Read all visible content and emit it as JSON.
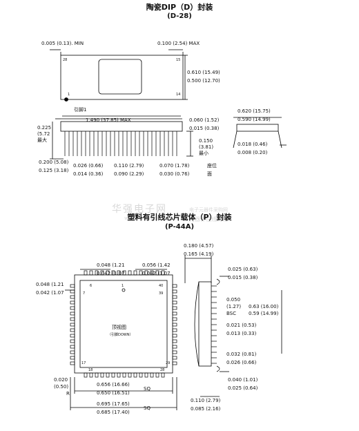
{
  "dip": {
    "title": "陶瓷DIP（D）封装",
    "subtitle": "(D-28)",
    "dim_pin_space": "0.005 (0.13). MIN",
    "dim_pin_pitch_top": "0.100 (2.54) MAX",
    "pin28": "28",
    "pin15": "15",
    "pin1": "1",
    "pin14": "14",
    "pin1_label": "引脚1",
    "dim_width_a": "0.610 (15.49)",
    "dim_width_b": "0.500 (12.70)",
    "dim_length": "1.490 (37.85) MAX",
    "dim_lead_a": "0.060 (1.52)",
    "dim_lead_b": "0.015 (0.38)",
    "dim_height_a": "0.225",
    "dim_height_b": "(5.72",
    "dim_height_c": "最大",
    "dim_standoff_a": "0.150",
    "dim_standoff_b": "(3.81)",
    "dim_standoff_c": "最小",
    "dim_seat_a": "0.200 (5.08)",
    "dim_seat_b": "0.125 (3.18)",
    "dim_w1_a": "0.026 (0.66)",
    "dim_w1_b": "0.014 (0.36)",
    "dim_w2_a": "0.110 (2.79)",
    "dim_w2_b": "0.090 (2.29)",
    "dim_w3_a": "0.070 (1.78)",
    "dim_w3_b": "0.030 (0.76)",
    "seat_plane": "座位",
    "seat_plane2": "面",
    "dim_end_a": "0.620 (15.75)",
    "dim_end_b": "0.590 (14.99)",
    "dim_lead_t_a": "0.018 (0.46)",
    "dim_lead_t_b": "0.008 (0.20)"
  },
  "plcc": {
    "title": "塑料有引线芯片载体（P）封装",
    "subtitle": "(P-44A)",
    "dim_h_a": "0.180 (4.57)",
    "dim_h_b": "0.165 (4.19)",
    "dim_a1_a": "0.048 (1.21",
    "dim_a1_b": "0.042 (1.07",
    "dim_a2_a": "0.056 (1.42",
    "dim_a2_b": "0.042 (1.07",
    "dim_left_a": "0.048 (1.21",
    "dim_left_b": "0.042 (1.07",
    "pin6": "6",
    "pin7": "7",
    "pin1": "1",
    "pin40": "40",
    "pin39": "39",
    "pin17": "17",
    "pin18": "18",
    "pin28": "28",
    "pin29": "29",
    "view_label": "顶视图",
    "view_label2": "（引脚DOWN）",
    "dim_r_a": "0.020",
    "dim_r_b": "(0.50)",
    "dim_r_c": "R",
    "dim_sq1_a": "0.656 (16.66)",
    "dim_sq1_b": "0.650 (16.51)",
    "sq": "SQ",
    "dim_sq2_a": "0.695 (17.65)",
    "dim_sq2_b": "0.685 (17.40)",
    "dim_c1_a": "0.025 (0.63)",
    "dim_c1_b": "0.015 (0.38)",
    "dim_bsc_a": "0.050",
    "dim_bsc_b": "(1.27)",
    "dim_bsc_c": "BSC",
    "dim_63_a": "0.63 (16.00)",
    "dim_63_b": "0.59 (14.99)",
    "dim_c2_a": "0.021 (0.53)",
    "dim_c2_b": "0.013 (0.33)",
    "dim_c3_a": "0.032 (0.81)",
    "dim_c3_b": "0.026 (0.66)",
    "dim_c4_a": "0.040 (1.01)",
    "dim_c4_b": "0.025 (0.64)",
    "dim_c5_a": "0.110 (2.79)",
    "dim_c5_b": "0.085 (2.16)"
  },
  "watermark": {
    "cn": "华强电子网",
    "url": "www.hqew.com",
    "right1": "电子元器件采购网",
    "right2": "元器件在线商城"
  }
}
